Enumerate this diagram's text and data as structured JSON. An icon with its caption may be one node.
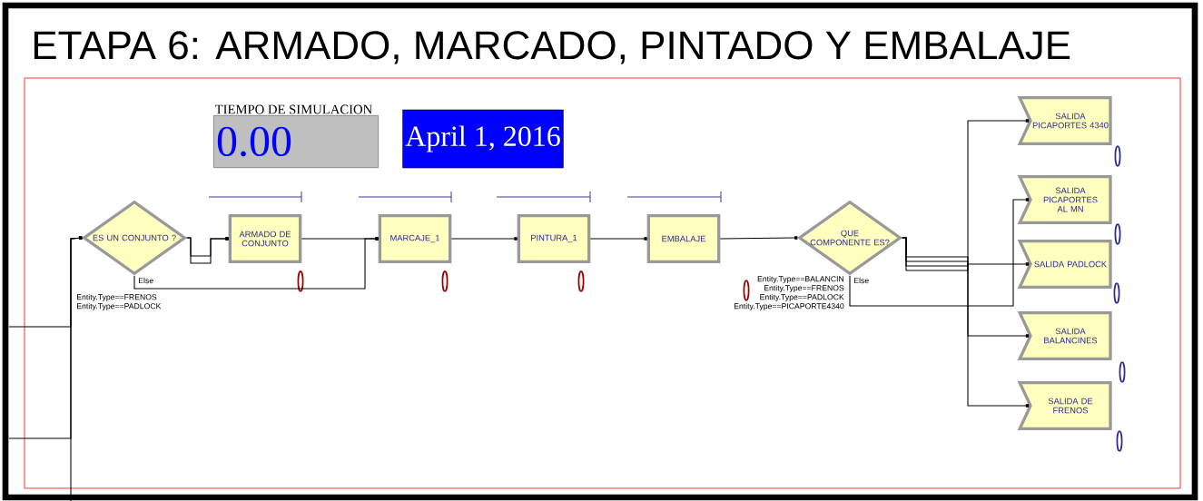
{
  "diagram": {
    "title": "ETAPA 6: ARMADO, MARCADO, PINTADO Y EMBALAJE",
    "nodes": [
      {
        "text": [
          "TIEMPO DE SIMULACION",
          "0.00"
        ]
      },
      {
        "text": [
          "April 1, 2016"
        ]
      },
      {
        "text": [
          "ES UN CONJUNTO ?"
        ]
      },
      {
        "text": [
          "ARMADO DE CONJUNTO"
        ]
      },
      {
        "text": [
          "MARCAJE_1"
        ]
      },
      {
        "text": [
          "PINTURA_1"
        ]
      },
      {
        "text": [
          "EMBALAJE"
        ]
      },
      {
        "text": [
          "QUE COMPONENTE ES?"
        ]
      },
      {
        "text": [
          "SALIDA PICAPORTES 4340"
        ]
      },
      {
        "text": [
          "SALIDA PICAPORTES AL MN"
        ]
      },
      {
        "text": [
          "SALIDA PADLOCK"
        ]
      },
      {
        "text": [
          "SALIDA BALANCINES"
        ]
      },
      {
        "text": [
          "SALIDA DE FRENOS"
        ]
      }
    ],
    "edges": [
      {
        "from": null,
        "to": 2,
        "arrow": "other"
      },
      {
        "from": null,
        "to": 2,
        "arrow": "other"
      },
      {
        "from": null,
        "to": 2,
        "arrow": "other"
      },
      {
        "from": 2,
        "to": 3,
        "arrow": "other"
      },
      {
        "from": 2,
        "to": 3,
        "arrow": "other"
      },
      {
        "from": 2,
        "to": 4,
        "arrow": "other"
      },
      {
        "from": 3,
        "to": 4,
        "arrow": "other"
      },
      {
        "from": 4,
        "to": 5,
        "arrow": "other"
      },
      {
        "from": 5,
        "to": 6,
        "arrow": "other"
      },
      {
        "from": 6,
        "to": 7,
        "arrow": "other"
      },
      {
        "from": 7,
        "to": 11,
        "arrow": "other"
      },
      {
        "from": 7,
        "to": 12,
        "arrow": "other"
      },
      {
        "from": 7,
        "to": 10,
        "arrow": "other"
      },
      {
        "from": 7,
        "to": 8,
        "arrow": "other"
      },
      {
        "from": 7,
        "to": 9,
        "arrow": "other"
      }
    ],
    "labels": [
      "Else",
      "Entity.Type==FRENOS",
      "Entity.Type==PADLOCK",
      "Else",
      "Entity.Type==BALANCIN",
      "Entity.Type==FRENOS",
      "Entity.Type==PADLOCK",
      "Entity.Type==PICAPORTE4340"
    ]
  }
}
